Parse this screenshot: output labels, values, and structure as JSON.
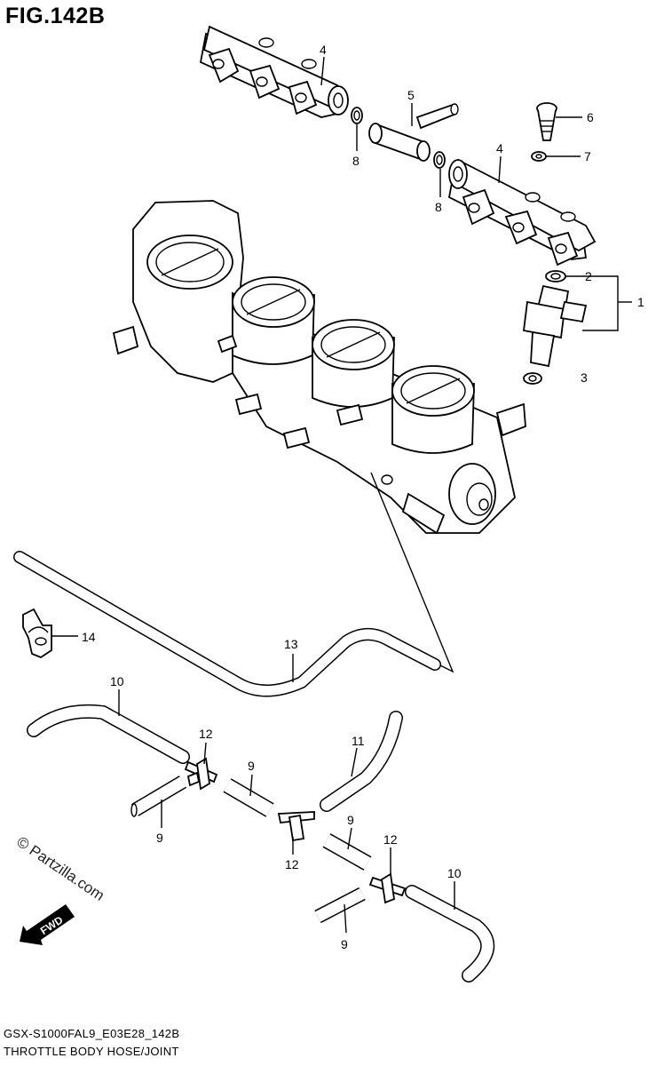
{
  "figure": {
    "title": "FIG.142B"
  },
  "footer": {
    "code": "GSX-S1000FAL9_E03E28_142B",
    "description": "THROTTLE BODY HOSE/JOINT"
  },
  "watermark": "© Partzilla.com",
  "fwd_badge": "FWD",
  "callouts": {
    "c1": "1",
    "c2": "2",
    "c3": "3",
    "c4a": "4",
    "c4b": "4",
    "c5": "5",
    "c6": "6",
    "c7": "7",
    "c8a": "8",
    "c8b": "8",
    "c9a": "9",
    "c9b": "9",
    "c9c": "9",
    "c9d": "9",
    "c10a": "10",
    "c10b": "10",
    "c11": "11",
    "c12a": "12",
    "c12b": "12",
    "c12c": "12",
    "c13": "13",
    "c14": "14"
  }
}
